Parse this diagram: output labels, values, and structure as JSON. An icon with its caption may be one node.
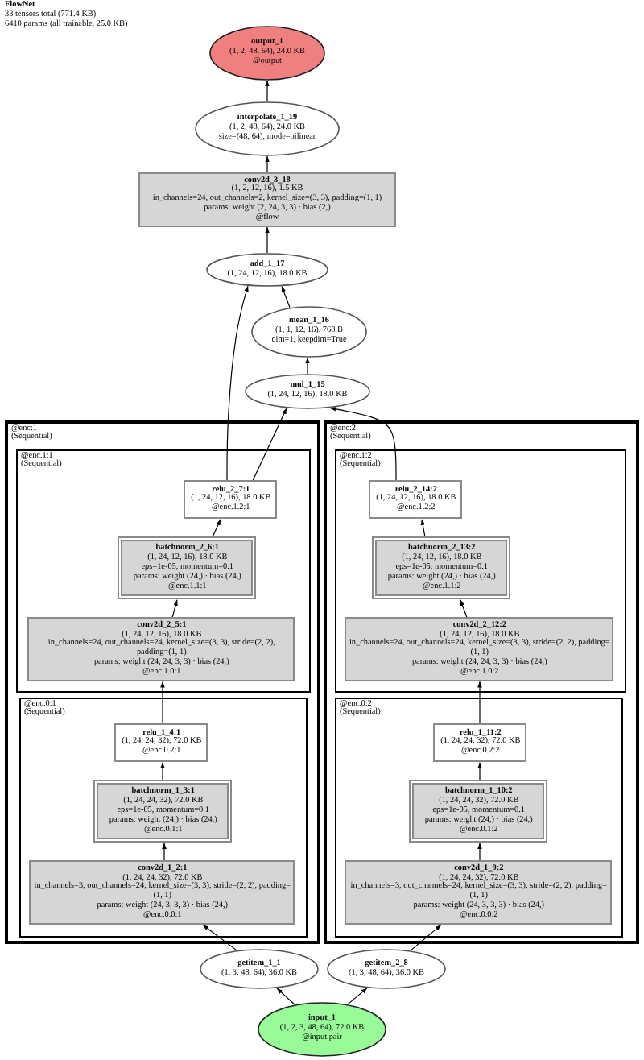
{
  "diagram": {
    "title": "FlowNet",
    "labels": [
      "33 tensors total (771.4 KB)",
      "6410 params (all trainable, 25.0 KB)"
    ],
    "nodes": [
      {
        "text": [
          "output_1",
          "(1, 2, 48, 64), 24.0 KB",
          "@output"
        ]
      },
      {
        "text": [
          "interpolate_1_19",
          "(1, 2, 48, 64), 24.0 KB",
          "size=(48, 64), mode=bilinear"
        ]
      },
      {
        "text": [
          "conv2d_3_18",
          "(1, 2, 12, 16), 1.5 KB",
          "in_channels=24, out_channels=2, kernel_size=(3, 3), padding=(1, 1)",
          "params: weight (2, 24, 3, 3) · bias (2,)",
          "@flow"
        ]
      },
      {
        "text": [
          "add_1_17",
          "(1, 24, 12, 16), 18.0 KB"
        ]
      },
      {
        "text": [
          "mean_1_16",
          "(1, 1, 12, 16), 768 B",
          "dim=1, keepdim=True"
        ]
      },
      {
        "text": [
          "mul_1_15",
          "(1, 24, 12, 16), 18.0 KB"
        ]
      },
      {
        "text": [
          "@enc:1",
          "(Sequential)"
        ]
      },
      {
        "text": [
          "@enc.1:1",
          "(Sequential)"
        ],
        "in": 6
      },
      {
        "text": [
          "relu_2_7:1",
          "(1, 24, 12, 16), 18.0 KB",
          "@enc.1.2:1"
        ],
        "in": 7
      },
      {
        "text": [
          "batchnorm_2_6:1",
          "(1, 24, 12, 16), 18.0 KB",
          "eps=1e-05, momentum=0.1",
          "params: weight (24,) · bias (24,)",
          "@enc.1.1:1"
        ],
        "in": 7
      },
      {
        "text": [
          "conv2d_2_5:1",
          "(1, 24, 12, 16), 18.0 KB",
          "in_channels=24, out_channels=24, kernel_size=(3, 3), stride=(2, 2), padding=(1, 1)",
          "params: weight (24, 24, 3, 3) · bias (24,)",
          "@enc.1.0:1"
        ],
        "in": 7
      },
      {
        "text": [
          "@enc.0:1",
          "(Sequential)"
        ],
        "in": 6
      },
      {
        "text": [
          "relu_1_4:1",
          "(1, 24, 24, 32), 72.0 KB",
          "@enc.0.2:1"
        ],
        "in": 11
      },
      {
        "text": [
          "batchnorm_1_3:1",
          "(1, 24, 24, 32), 72.0 KB",
          "eps=1e-05, momentum=0.1",
          "params: weight (24,) · bias (24,)",
          "@enc.0.1:1"
        ],
        "in": 11
      },
      {
        "text": [
          "conv2d_1_2:1",
          "(1, 24, 24, 32), 72.0 KB",
          "in_channels=3, out_channels=24, kernel_size=(3, 3), stride=(2, 2), padding=(1, 1)",
          "params: weight (24, 3, 3, 3) · bias (24,)",
          "@enc.0.0:1"
        ],
        "in": 11
      },
      {
        "text": [
          "@enc:2",
          "(Sequential)"
        ]
      },
      {
        "text": [
          "@enc.1:2",
          "(Sequential)"
        ],
        "in": 15
      },
      {
        "text": [
          "relu_2_14:2",
          "(1, 24, 12, 16), 18.0 KB",
          "@enc.1.2:2"
        ],
        "in": 16
      },
      {
        "text": [
          "batchnorm_2_13:2",
          "(1, 24, 12, 16), 18.0 KB",
          "eps=1e-05, momentum=0.1",
          "params: weight (24,) · bias (24,)",
          "@enc.1.1:2"
        ],
        "in": 16
      },
      {
        "text": [
          "conv2d_2_12:2",
          "(1, 24, 12, 16), 18.0 KB",
          "in_channels=24, out_channels=24, kernel_size=(3, 3), stride=(2, 2), padding=(1, 1)",
          "params: weight (24, 24, 3, 3) · bias (24,)",
          "@enc.1.0:2"
        ],
        "in": 16
      },
      {
        "text": [
          "@enc.0:2",
          "(Sequential)"
        ],
        "in": 15
      },
      {
        "text": [
          "relu_1_11:2",
          "(1, 24, 24, 32), 72.0 KB",
          "@enc.0.2:2"
        ],
        "in": 20
      },
      {
        "text": [
          "batchnorm_1_10:2",
          "(1, 24, 24, 32), 72.0 KB",
          "eps=1e-05, momentum=0.1",
          "params: weight (24,) · bias (24,)",
          "@enc.0.1:2"
        ],
        "in": 20
      },
      {
        "text": [
          "conv2d_1_9:2",
          "(1, 24, 24, 32), 72.0 KB",
          "in_channels=3, out_channels=24, kernel_size=(3, 3), stride=(2, 2), padding=(1, 1)",
          "params: weight (24, 3, 3, 3) · bias (24,)",
          "@enc.0.0:2"
        ],
        "in": 20
      },
      {
        "text": [
          "getitem_1_1",
          "(1, 3, 48, 64), 36.0 KB"
        ]
      },
      {
        "text": [
          "getitem_2_8",
          "(1, 3, 48, 64), 36.0 KB"
        ]
      },
      {
        "text": [
          "input_1",
          "(1, 2, 3, 48, 64), 72.0 KB",
          "@input.pair"
        ]
      }
    ],
    "edges": [
      {
        "from": 26,
        "to": 24,
        "arrow": "to"
      },
      {
        "from": 26,
        "to": 25,
        "arrow": "to"
      },
      {
        "from": 24,
        "to": 14,
        "arrow": "to"
      },
      {
        "from": 25,
        "to": 23,
        "arrow": "to"
      },
      {
        "from": 14,
        "to": 13,
        "arrow": "to"
      },
      {
        "from": 13,
        "to": 12,
        "arrow": "to"
      },
      {
        "from": 12,
        "to": 10,
        "arrow": "to"
      },
      {
        "from": 10,
        "to": 9,
        "arrow": "to"
      },
      {
        "from": 9,
        "to": 8,
        "arrow": "to"
      },
      {
        "from": 8,
        "to": 5,
        "arrow": "to"
      },
      {
        "from": 8,
        "to": 3,
        "arrow": "to"
      },
      {
        "from": 23,
        "to": 22,
        "arrow": "to"
      },
      {
        "from": 22,
        "to": 21,
        "arrow": "to"
      },
      {
        "from": 21,
        "to": 19,
        "arrow": "to"
      },
      {
        "from": 19,
        "to": 18,
        "arrow": "to"
      },
      {
        "from": 18,
        "to": 17,
        "arrow": "to"
      },
      {
        "from": 17,
        "to": 5,
        "arrow": "to"
      },
      {
        "from": 5,
        "to": 4,
        "arrow": "to"
      },
      {
        "from": 4,
        "to": 3,
        "arrow": "to"
      },
      {
        "from": 3,
        "to": 2,
        "arrow": "to"
      },
      {
        "from": 2,
        "to": 1,
        "arrow": "to"
      },
      {
        "from": 1,
        "to": 0,
        "arrow": "to"
      }
    ]
  }
}
